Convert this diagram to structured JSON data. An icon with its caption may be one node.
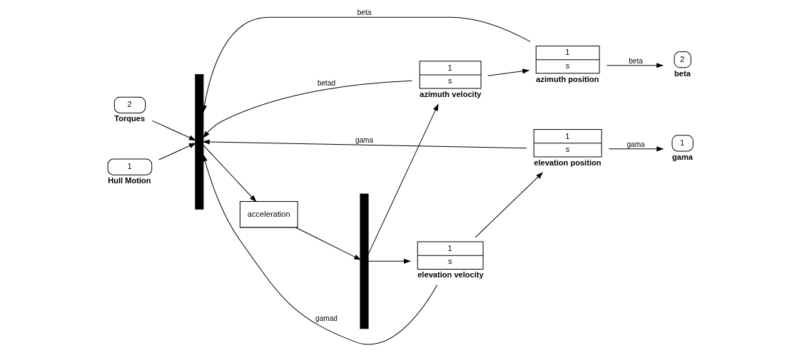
{
  "diagram": {
    "nodes": [
      {
        "text": [
          "2"
        ],
        "beside": [
          "Torques"
        ]
      },
      {
        "text": [
          "1"
        ],
        "beside": [
          "Hull Motion"
        ]
      },
      {
        "text": [],
        "shape": "bar"
      },
      {
        "text": [
          "acceleration"
        ]
      },
      {
        "text": [],
        "shape": "bar"
      },
      {
        "text": [
          "1",
          "s"
        ],
        "beside": [
          "azimuth velocity"
        ]
      },
      {
        "text": [
          "1",
          "s"
        ],
        "beside": [
          "azimuth position"
        ]
      },
      {
        "text": [
          "2"
        ],
        "beside": [
          "beta"
        ]
      },
      {
        "text": [
          "1",
          "s"
        ],
        "beside": [
          "elevation velocity"
        ]
      },
      {
        "text": [
          "1",
          "s"
        ],
        "beside": [
          "elevation position"
        ]
      },
      {
        "text": [
          "1"
        ],
        "beside": [
          "gama"
        ]
      }
    ],
    "edges": [
      {
        "from": 6,
        "to": 2,
        "arrow": "to",
        "label": "beta"
      },
      {
        "from": 5,
        "to": 2,
        "arrow": "to",
        "label": "betad"
      },
      {
        "from": 0,
        "to": 2,
        "arrow": "to"
      },
      {
        "from": 1,
        "to": 2,
        "arrow": "to"
      },
      {
        "from": 9,
        "to": 2,
        "arrow": "to",
        "label": "gama"
      },
      {
        "from": 8,
        "to": 2,
        "arrow": "to",
        "label": "gamad"
      },
      {
        "from": 2,
        "to": 3,
        "arrow": "to"
      },
      {
        "from": 3,
        "to": 4,
        "arrow": "to"
      },
      {
        "from": 4,
        "to": 5,
        "arrow": "to"
      },
      {
        "from": 4,
        "to": 8,
        "arrow": "to"
      },
      {
        "from": 5,
        "to": 6,
        "arrow": "to"
      },
      {
        "from": 6,
        "to": 7,
        "arrow": "to",
        "label": "beta"
      },
      {
        "from": 8,
        "to": 9,
        "arrow": "to"
      },
      {
        "from": 9,
        "to": 10,
        "arrow": "to",
        "label": "gama"
      }
    ]
  }
}
